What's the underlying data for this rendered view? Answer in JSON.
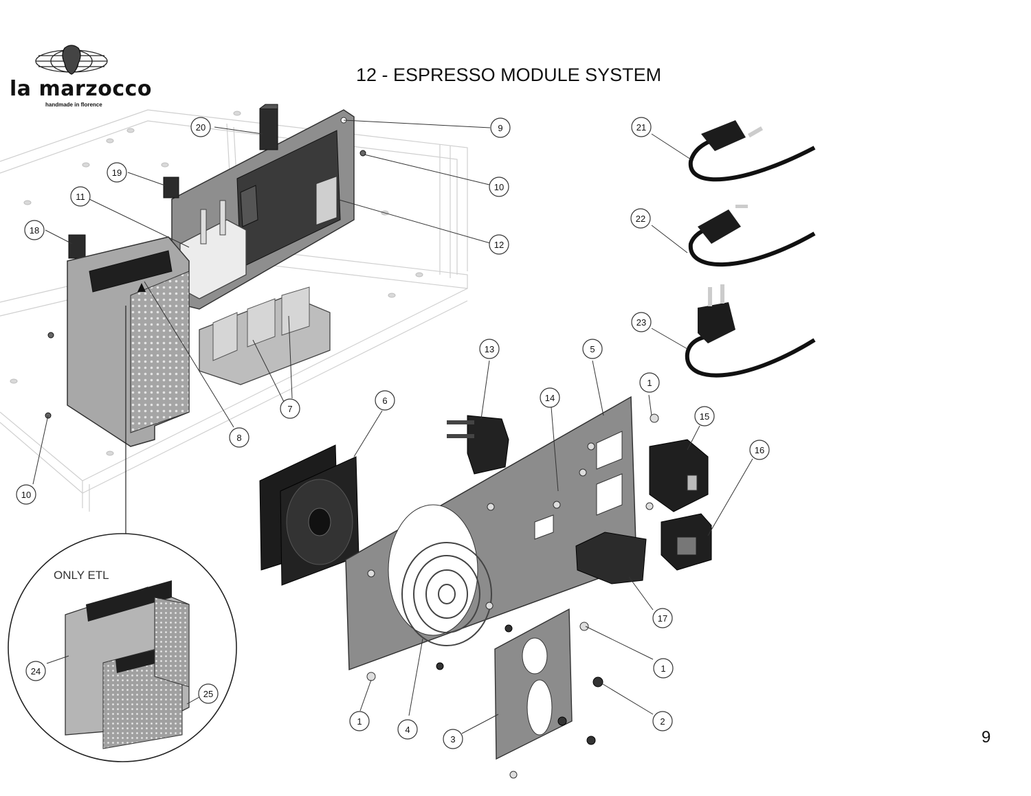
{
  "header": {
    "brand_name": "la marzocco",
    "brand_tagline": "handmade in florence",
    "title": "12 - ESPRESSO MODULE SYSTEM"
  },
  "footer": {
    "page_number": "9"
  },
  "detail": {
    "label": "ONLY ETL"
  },
  "colors": {
    "line": "#333333",
    "panel": "#9a9a9a",
    "dark_part": "#1e1e1e",
    "light_part": "#dcdcdc"
  },
  "callouts": [
    {
      "id": "c1a",
      "num": "1"
    },
    {
      "id": "c1b",
      "num": "1"
    },
    {
      "id": "c1c",
      "num": "1"
    },
    {
      "id": "c2",
      "num": "2"
    },
    {
      "id": "c3",
      "num": "3"
    },
    {
      "id": "c4",
      "num": "4"
    },
    {
      "id": "c5",
      "num": "5"
    },
    {
      "id": "c6",
      "num": "6"
    },
    {
      "id": "c7",
      "num": "7"
    },
    {
      "id": "c8",
      "num": "8"
    },
    {
      "id": "c9",
      "num": "9"
    },
    {
      "id": "c10a",
      "num": "10"
    },
    {
      "id": "c10b",
      "num": "10"
    },
    {
      "id": "c11",
      "num": "11"
    },
    {
      "id": "c12",
      "num": "12"
    },
    {
      "id": "c13",
      "num": "13"
    },
    {
      "id": "c14",
      "num": "14"
    },
    {
      "id": "c15",
      "num": "15"
    },
    {
      "id": "c16",
      "num": "16"
    },
    {
      "id": "c17",
      "num": "17"
    },
    {
      "id": "c18",
      "num": "18"
    },
    {
      "id": "c19",
      "num": "19"
    },
    {
      "id": "c20",
      "num": "20"
    },
    {
      "id": "c21",
      "num": "21"
    },
    {
      "id": "c22",
      "num": "22"
    },
    {
      "id": "c23",
      "num": "23"
    },
    {
      "id": "c24",
      "num": "24"
    },
    {
      "id": "c25",
      "num": "25"
    }
  ]
}
